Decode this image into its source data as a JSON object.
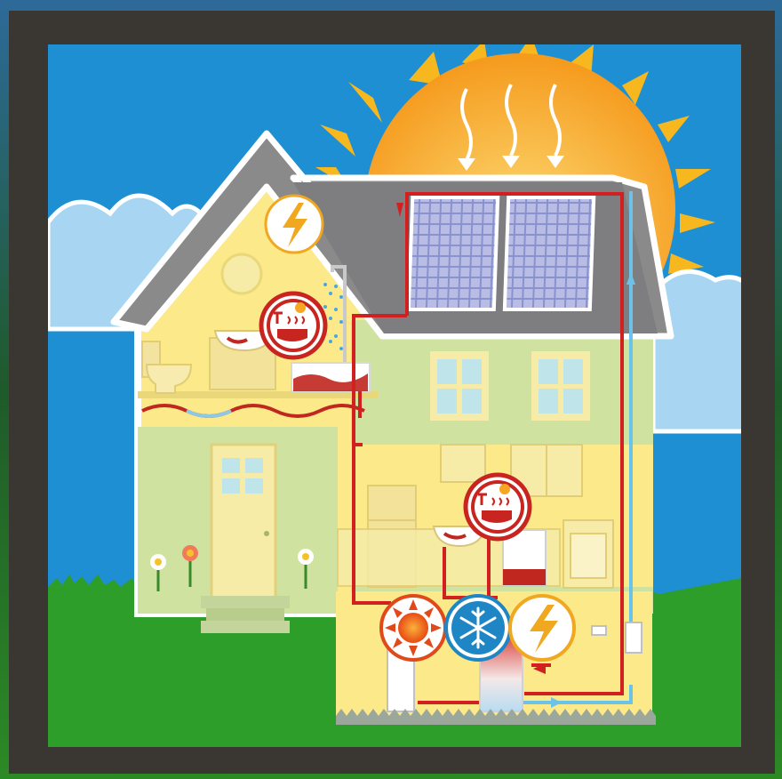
{
  "scene": {
    "subject": "solar-powered-house",
    "colors": {
      "frame": "#3a3632",
      "sky": "#1e8fd2",
      "cloud": "#a8d6f2",
      "sun": "#f6a623",
      "ray": "#f7b71f",
      "grass": "#2e9e2a",
      "house_yellow": "#fbe98a",
      "house_green": "#cfe2a0",
      "roof": "#8a8a8a",
      "hot_pipe": "#d22020",
      "cold_pipe": "#6cc3ea",
      "panel": "#7d86c4"
    },
    "icons": [
      {
        "name": "lightning-icon",
        "room": "attic"
      },
      {
        "name": "hot-water-bath-icon",
        "room": "bathroom"
      },
      {
        "name": "hot-water-bath-icon",
        "room": "kitchen"
      },
      {
        "name": "heating-sun-icon",
        "room": "utility"
      },
      {
        "name": "cooling-snowflake-icon",
        "room": "utility"
      },
      {
        "name": "lightning-icon",
        "room": "utility"
      }
    ]
  }
}
